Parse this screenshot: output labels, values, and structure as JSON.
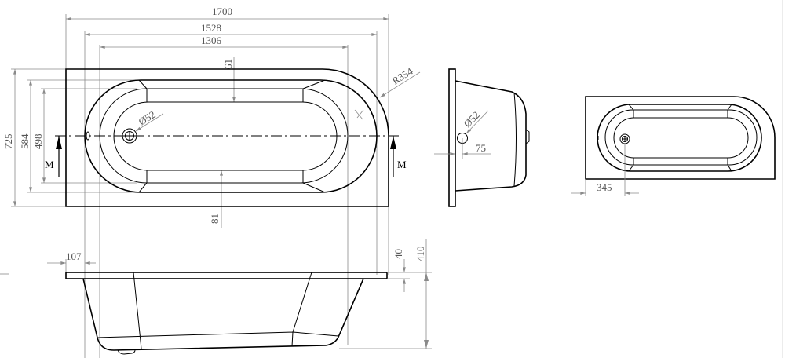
{
  "drawing": {
    "top_view": {
      "dims": {
        "overall_length": "1700",
        "rim_length": "1528",
        "bottom_length": "1306",
        "overall_width": "725",
        "rim_width": "584",
        "bottom_width": "498",
        "top_offset": "61",
        "bottom_offset": "81",
        "radius": "R354",
        "drain_diameter": "Ø52"
      },
      "section_marks": [
        "M",
        "M"
      ]
    },
    "side_view": {
      "dims": {
        "rim_offset": "107",
        "rim_thickness": "40",
        "height": "410"
      }
    },
    "end_view": {
      "dims": {
        "drain_diameter": "Ø52",
        "drain_height": "75"
      }
    },
    "small_top_view": {
      "dims": {
        "drain_position": "345"
      }
    }
  }
}
